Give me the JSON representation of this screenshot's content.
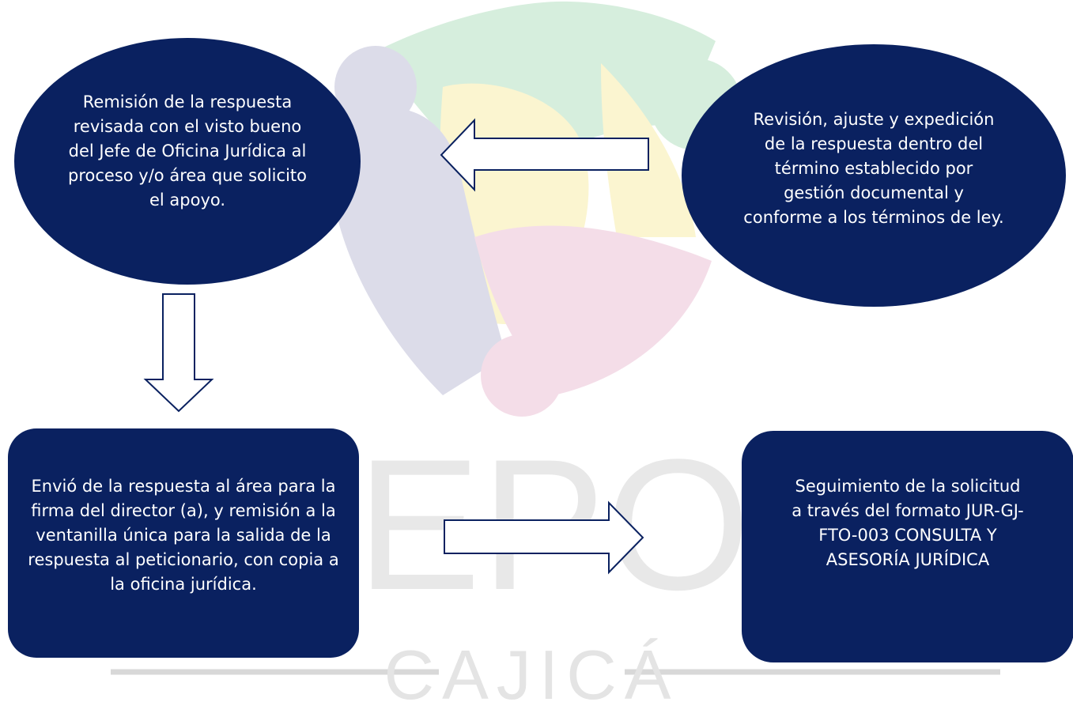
{
  "watermark": {
    "line1": "DEPOR",
    "line2": "CAJICÁ",
    "colors": {
      "green": "#d6eedd",
      "yellow": "#fbf5d0",
      "lavender": "#dcdce9",
      "pink": "#f4dde8",
      "text": "#e8e8e8",
      "rule": "#d8d8d8"
    }
  },
  "nodes": {
    "remision": {
      "text": "Remisión de la respuesta revisada con el visto bueno del Jefe de Oficina Jurídica al proceso y/o área que solicito el apoyo."
    },
    "revision": {
      "text": "Revisión, ajuste y expedición de la respuesta dentro del término establecido por gestión documental y conforme a los términos de ley."
    },
    "envio": {
      "text": "Envió de la respuesta al área para la firma del director (a), y remisión a la ventanilla única para la salida de la respuesta al peticionario, con copia a la oficina jurídica."
    },
    "seguimiento": {
      "text": "Seguimiento de la solicitud a través del formato JUR-GJ-FTO-003 CONSULTA Y ASESORÍA JURÍDICA"
    }
  },
  "colors": {
    "node_fill": "#0a2160",
    "node_text": "#ffffff",
    "arrow_stroke": "#0a2160",
    "arrow_fill": "#ffffff"
  }
}
